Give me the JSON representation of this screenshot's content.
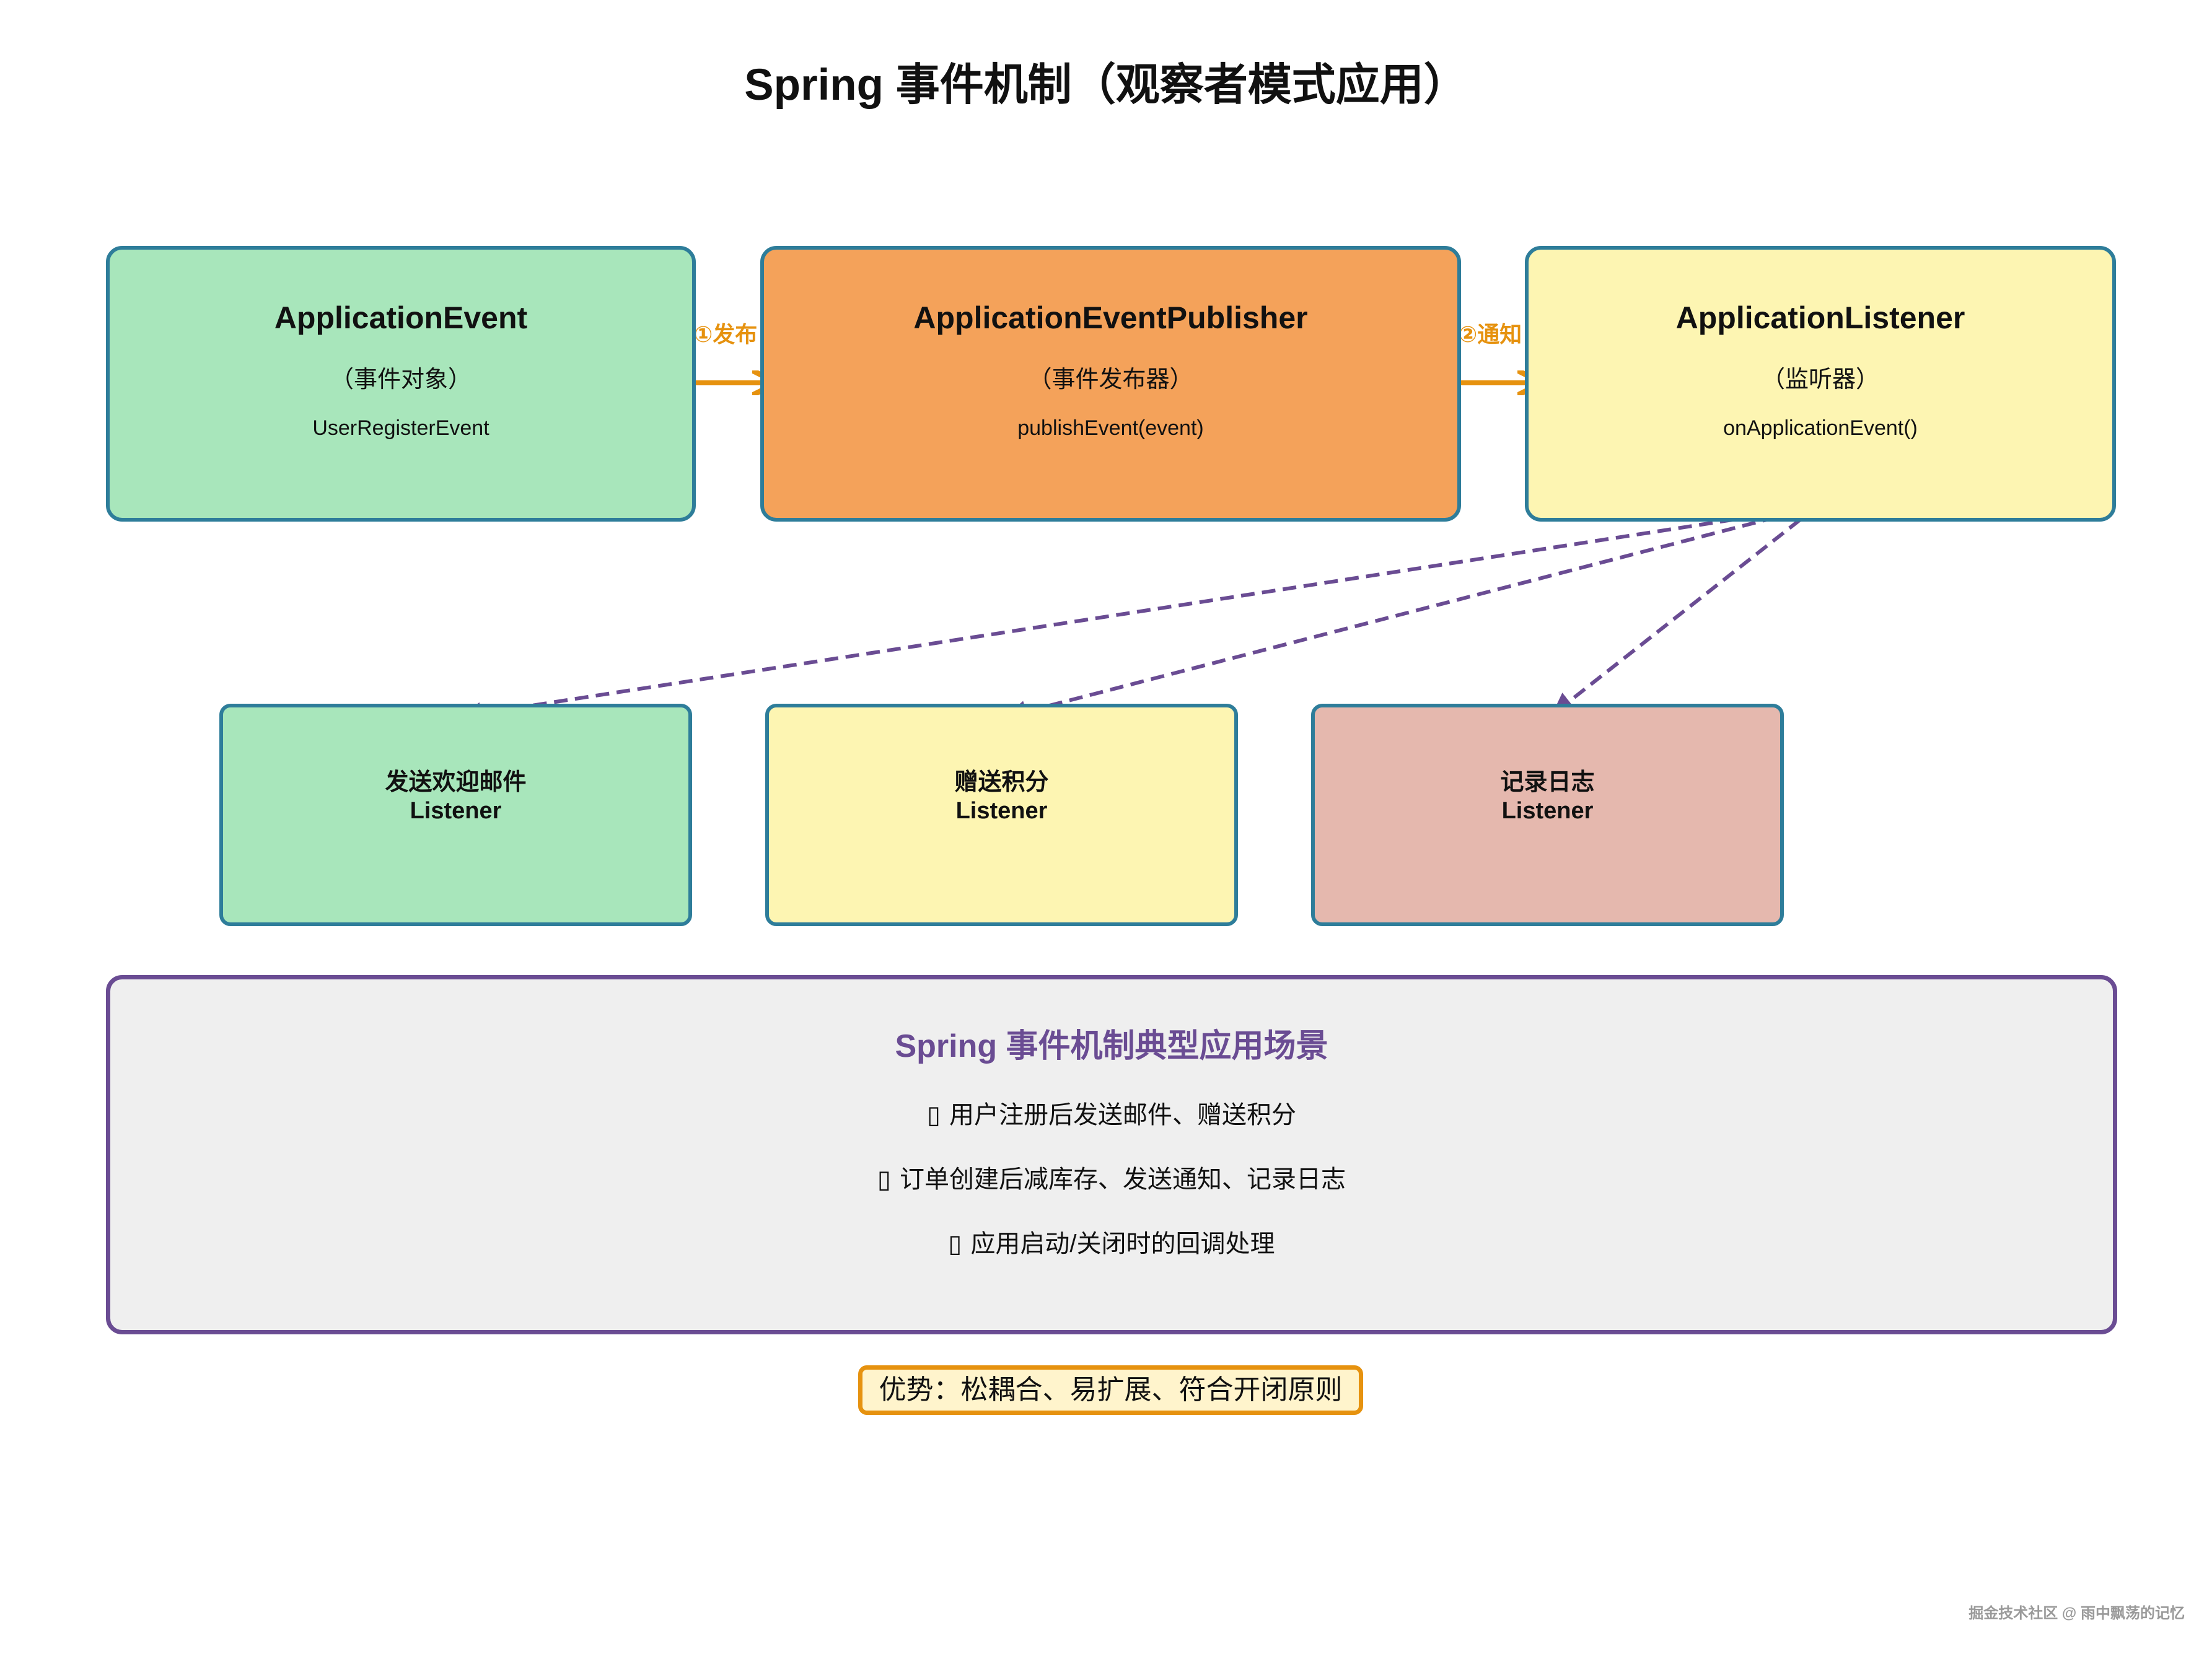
{
  "title": "Spring 事件机制（观察者模式应用）",
  "components": [
    {
      "name": "ApplicationEvent",
      "role": "（事件对象）",
      "code": "UserRegisterEvent",
      "color": "#a8e6bb"
    },
    {
      "name": "ApplicationEventPublisher",
      "role": "（事件发布器）",
      "code": "publishEvent(event)",
      "color": "#f4a25a"
    },
    {
      "name": "ApplicationListener",
      "role": "（监听器）",
      "code": "onApplicationEvent()",
      "color": "#fdf5b2"
    }
  ],
  "flow_labels": {
    "publish": "①发布",
    "notify": "②通知"
  },
  "listeners": [
    {
      "line1": "发送欢迎邮件",
      "line2": "Listener",
      "color": "#a8e6bb"
    },
    {
      "line1": "赠送积分",
      "line2": "Listener",
      "color": "#fdf5b2"
    },
    {
      "line1": "记录日志",
      "line2": "Listener",
      "color": "#e5b8ae"
    }
  ],
  "scenarios": {
    "title": "Spring 事件机制典型应用场景",
    "items": [
      {
        "bullet": "▯",
        "text": "用户注册后发送邮件、赠送积分"
      },
      {
        "bullet": "▯",
        "text": "订单创建后减库存、发送通知、记录日志"
      },
      {
        "bullet": "▯",
        "text": "应用启动/关闭时的回调处理"
      }
    ]
  },
  "advantage": "优势：松耦合、易扩展、符合开闭原则",
  "watermark": "掘金技术社区 @ 雨中飘荡的记忆",
  "colors": {
    "border": "#2e7d9a",
    "flow_arrow": "#e6920f",
    "dispatch_arrow": "#6a4c93",
    "panel_bg": "#efefef"
  }
}
